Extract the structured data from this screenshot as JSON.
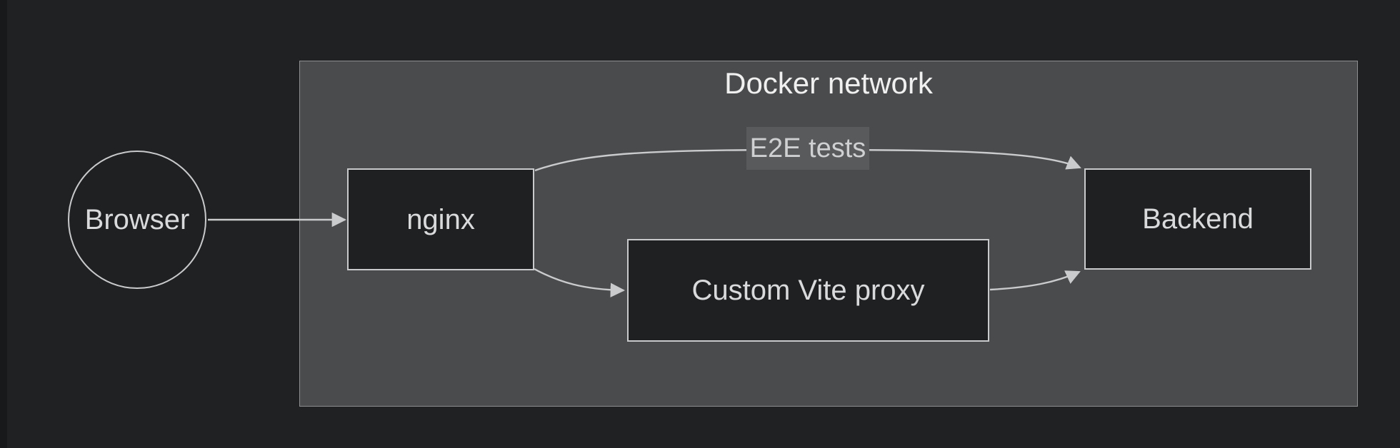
{
  "diagram": {
    "type": "flowchart-lr",
    "cluster": {
      "title": "Docker network",
      "contains": [
        "nginx",
        "vite",
        "backend"
      ]
    },
    "nodes": [
      {
        "id": "browser",
        "label": "Browser",
        "shape": "circle"
      },
      {
        "id": "nginx",
        "label": "nginx",
        "shape": "rect"
      },
      {
        "id": "vite",
        "label": "Custom Vite proxy",
        "shape": "rect"
      },
      {
        "id": "backend",
        "label": "Backend",
        "shape": "rect"
      }
    ],
    "edges": [
      {
        "from": "browser",
        "to": "nginx",
        "label": ""
      },
      {
        "from": "nginx",
        "to": "backend",
        "label": "E2E tests"
      },
      {
        "from": "nginx",
        "to": "vite",
        "label": ""
      },
      {
        "from": "vite",
        "to": "backend",
        "label": ""
      }
    ],
    "colors": {
      "canvas_bg": "#202122",
      "edge_strip": "#18191a",
      "cluster_bg": "#4a4b4c",
      "cluster_border": "#8d8e8f",
      "node_bg": "#1f2021",
      "node_border": "#c8cacb",
      "node_text": "#d8dadb",
      "edge_stroke": "#c9cbcc",
      "edge_label_bg": "#595a5b",
      "edge_label_text": "#cfd0d1",
      "title_text": "#f0f0f0"
    }
  }
}
